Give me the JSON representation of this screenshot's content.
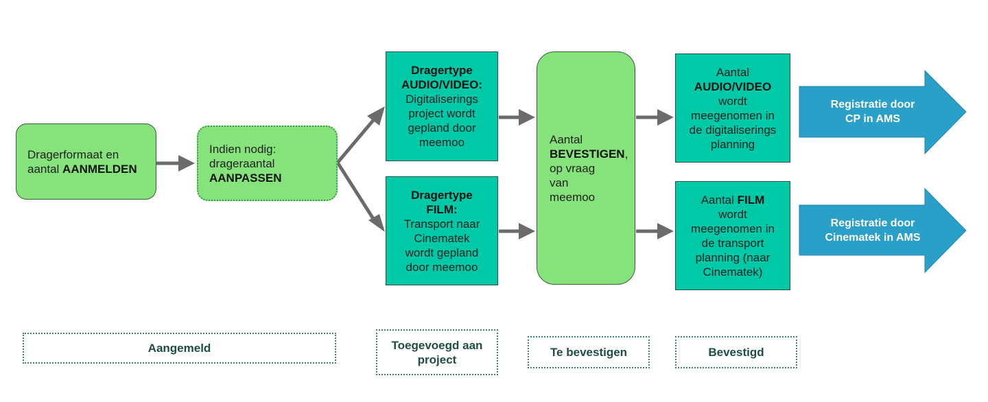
{
  "steps": {
    "aanmelden": {
      "line1": "Dragerformaat en",
      "line2_pre": "aantal ",
      "line2_bold": "AANMELDEN"
    },
    "aanpassen": {
      "line1": "Indien nodig:",
      "line2": "drageraantal",
      "line3_bold": "AANPASSEN"
    },
    "audio_video": {
      "title1": "Dragertype",
      "title2": "AUDIO/VIDEO:",
      "lines": [
        "Digitaliserings",
        "project wordt",
        "gepland door",
        "meemoo"
      ]
    },
    "film": {
      "title1": "Dragertype",
      "title2": "FILM:",
      "lines": [
        "Transport naar",
        "Cinematek",
        "wordt gepland",
        "door meemoo"
      ]
    },
    "bevestigen": {
      "line1": "Aantal",
      "line2_bold": "BEVESTIGEN",
      "line2_post": ",",
      "line3": "op vraag",
      "line4": "van",
      "line5": "meemoo"
    },
    "audio_video_planning": {
      "line1": "Aantal",
      "line2_bold": "AUDIO/VIDEO",
      "line3": "wordt",
      "line4": "meegenomen in",
      "line5": "de digitaliserings",
      "line6": "planning"
    },
    "film_planning": {
      "line1_pre": "Aantal ",
      "line1_bold": "FILM",
      "line2": "wordt",
      "line3": "meegenomen in",
      "line4": "de transport",
      "line5": "planning (naar",
      "line6": "Cinematek)"
    }
  },
  "outcomes": {
    "cp": {
      "line1": "Registratie door",
      "line2": "CP in AMS"
    },
    "cinematek": {
      "line1": "Registratie door",
      "line2": "Cinematek in AMS"
    }
  },
  "statuses": {
    "aangemeld": "Aangemeld",
    "toegevoegd_line1": "Toegevoegd aan",
    "toegevoegd_line2": "project",
    "te_bevestigen": "Te bevestigen",
    "bevestigd": "Bevestigd"
  },
  "colors": {
    "light_green": "#86e27a",
    "teal": "#00c9a7",
    "blue_arrow": "#2aa0c8",
    "connector": "#6b6b6b",
    "status_text": "#1e4d45"
  }
}
